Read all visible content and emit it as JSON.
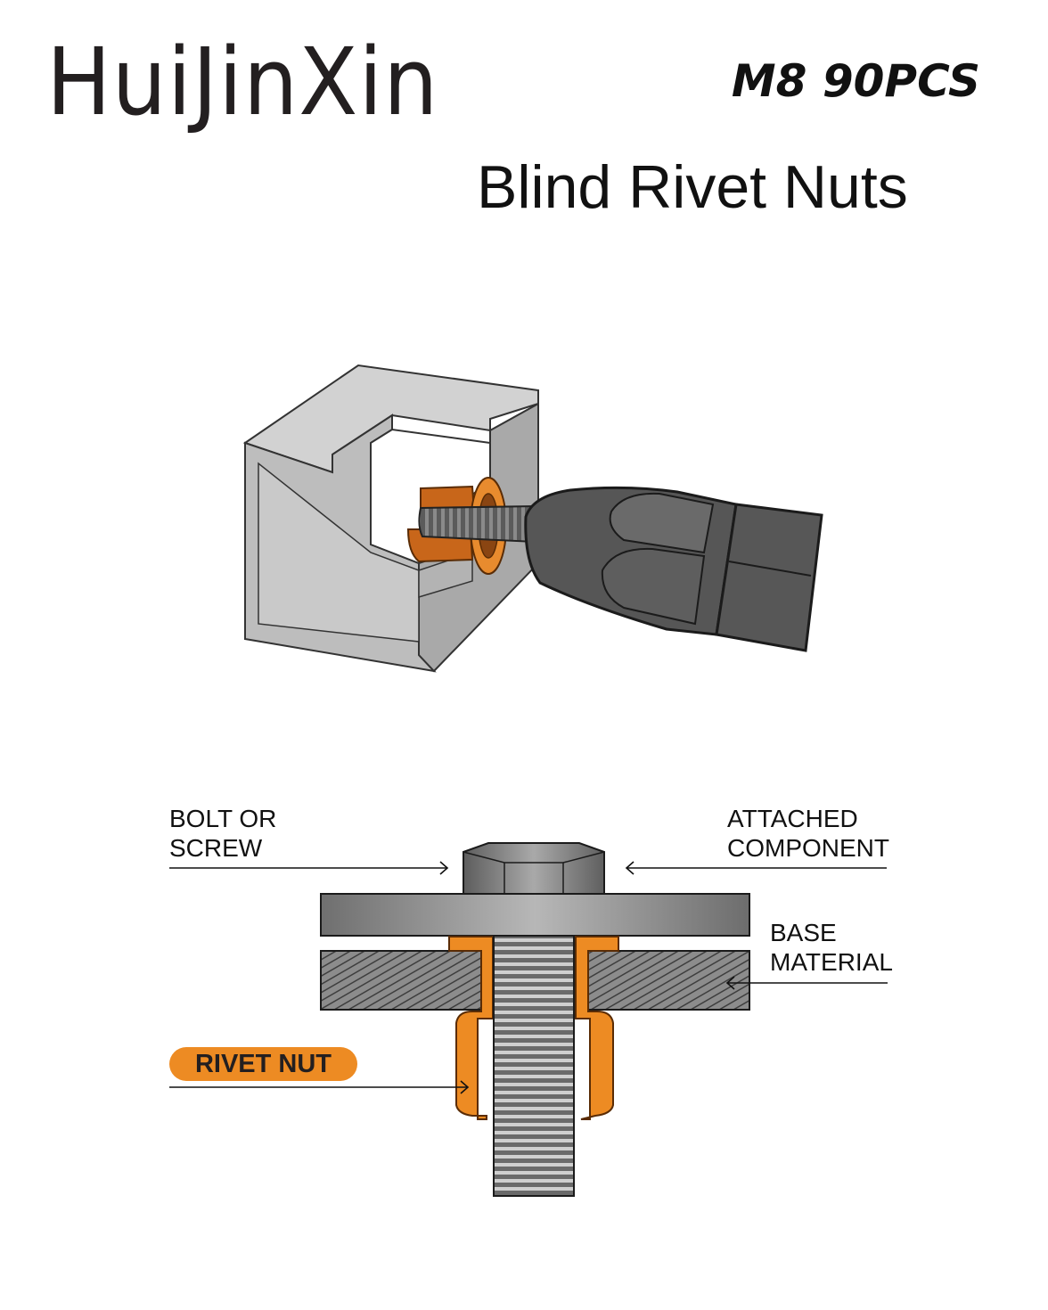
{
  "header": {
    "brand": "HuiJinXin",
    "spec": "M8 90PCS",
    "title": "Blind Rivet Nuts"
  },
  "diagram": {
    "labels": {
      "bolt": [
        "BOLT OR",
        "SCREW"
      ],
      "attached": [
        "ATTACHED",
        "COMPONENT"
      ],
      "base": [
        "BASE",
        "MATERIAL"
      ],
      "rivet_nut": "RIVET NUT"
    }
  },
  "colors": {
    "rivet_nut": "#ed8b23",
    "steel": "#9a9b9d",
    "frame": "#c8c8c8",
    "tool": "#5a5a5a"
  }
}
